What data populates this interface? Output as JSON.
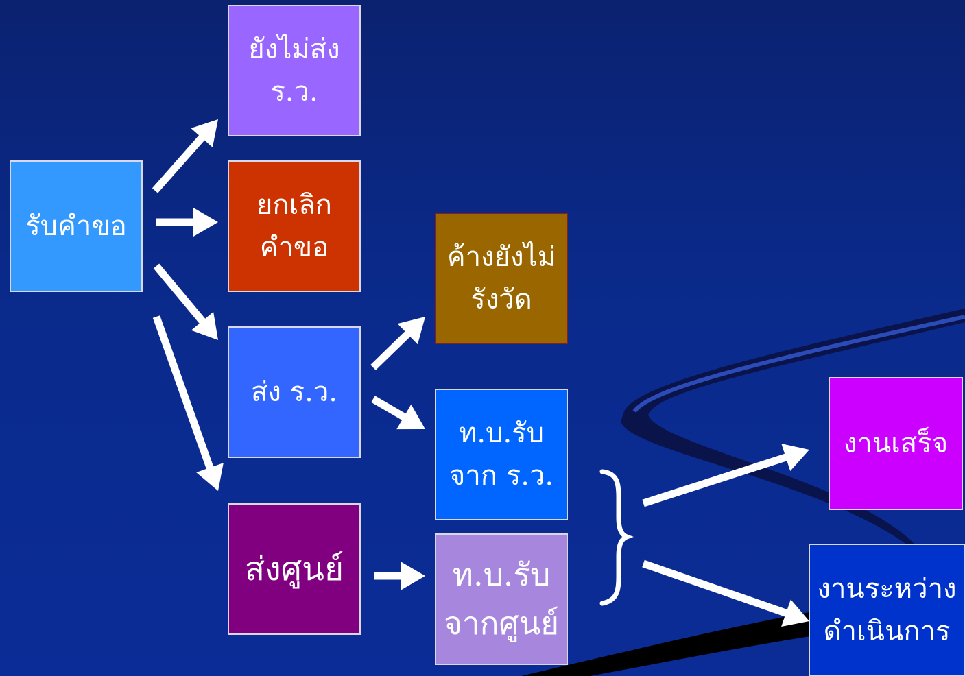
{
  "boxes": {
    "receive": {
      "lines": [
        "รับคำขอ"
      ],
      "color": "#3399ff"
    },
    "not_sent": {
      "lines": [
        "ยังไม่ส่ง",
        "ร.ว."
      ],
      "color": "#9966ff"
    },
    "cancel": {
      "lines": [
        "ยกเลิก",
        "คำขอ"
      ],
      "color": "#cc3300"
    },
    "sent_rw": {
      "lines": [
        "ส่ง ร.ว."
      ],
      "color": "#3366ff"
    },
    "send_center": {
      "lines": [
        "ส่งศูนย์"
      ],
      "color": "#800080"
    },
    "pending": {
      "lines": [
        "ค้างยังไม่",
        "รังวัด"
      ],
      "color": "#996600"
    },
    "from_rw": {
      "lines": [
        "ท.บ.รับ",
        "จาก ร.ว."
      ],
      "color": "#0066ff"
    },
    "from_center": {
      "lines": [
        "ท.บ.รับ",
        "จากศูนย์"
      ],
      "color": "#a687dd"
    },
    "done": {
      "lines": [
        "งานเสร็จ"
      ],
      "color": "#cc00ff"
    },
    "in_progress": {
      "lines": [
        "งานระหว่าง",
        "ดำเนินการ"
      ],
      "color": "#0033cc"
    }
  },
  "colors": {
    "background": "#0a2a8c",
    "arrow": "#ffffff"
  }
}
